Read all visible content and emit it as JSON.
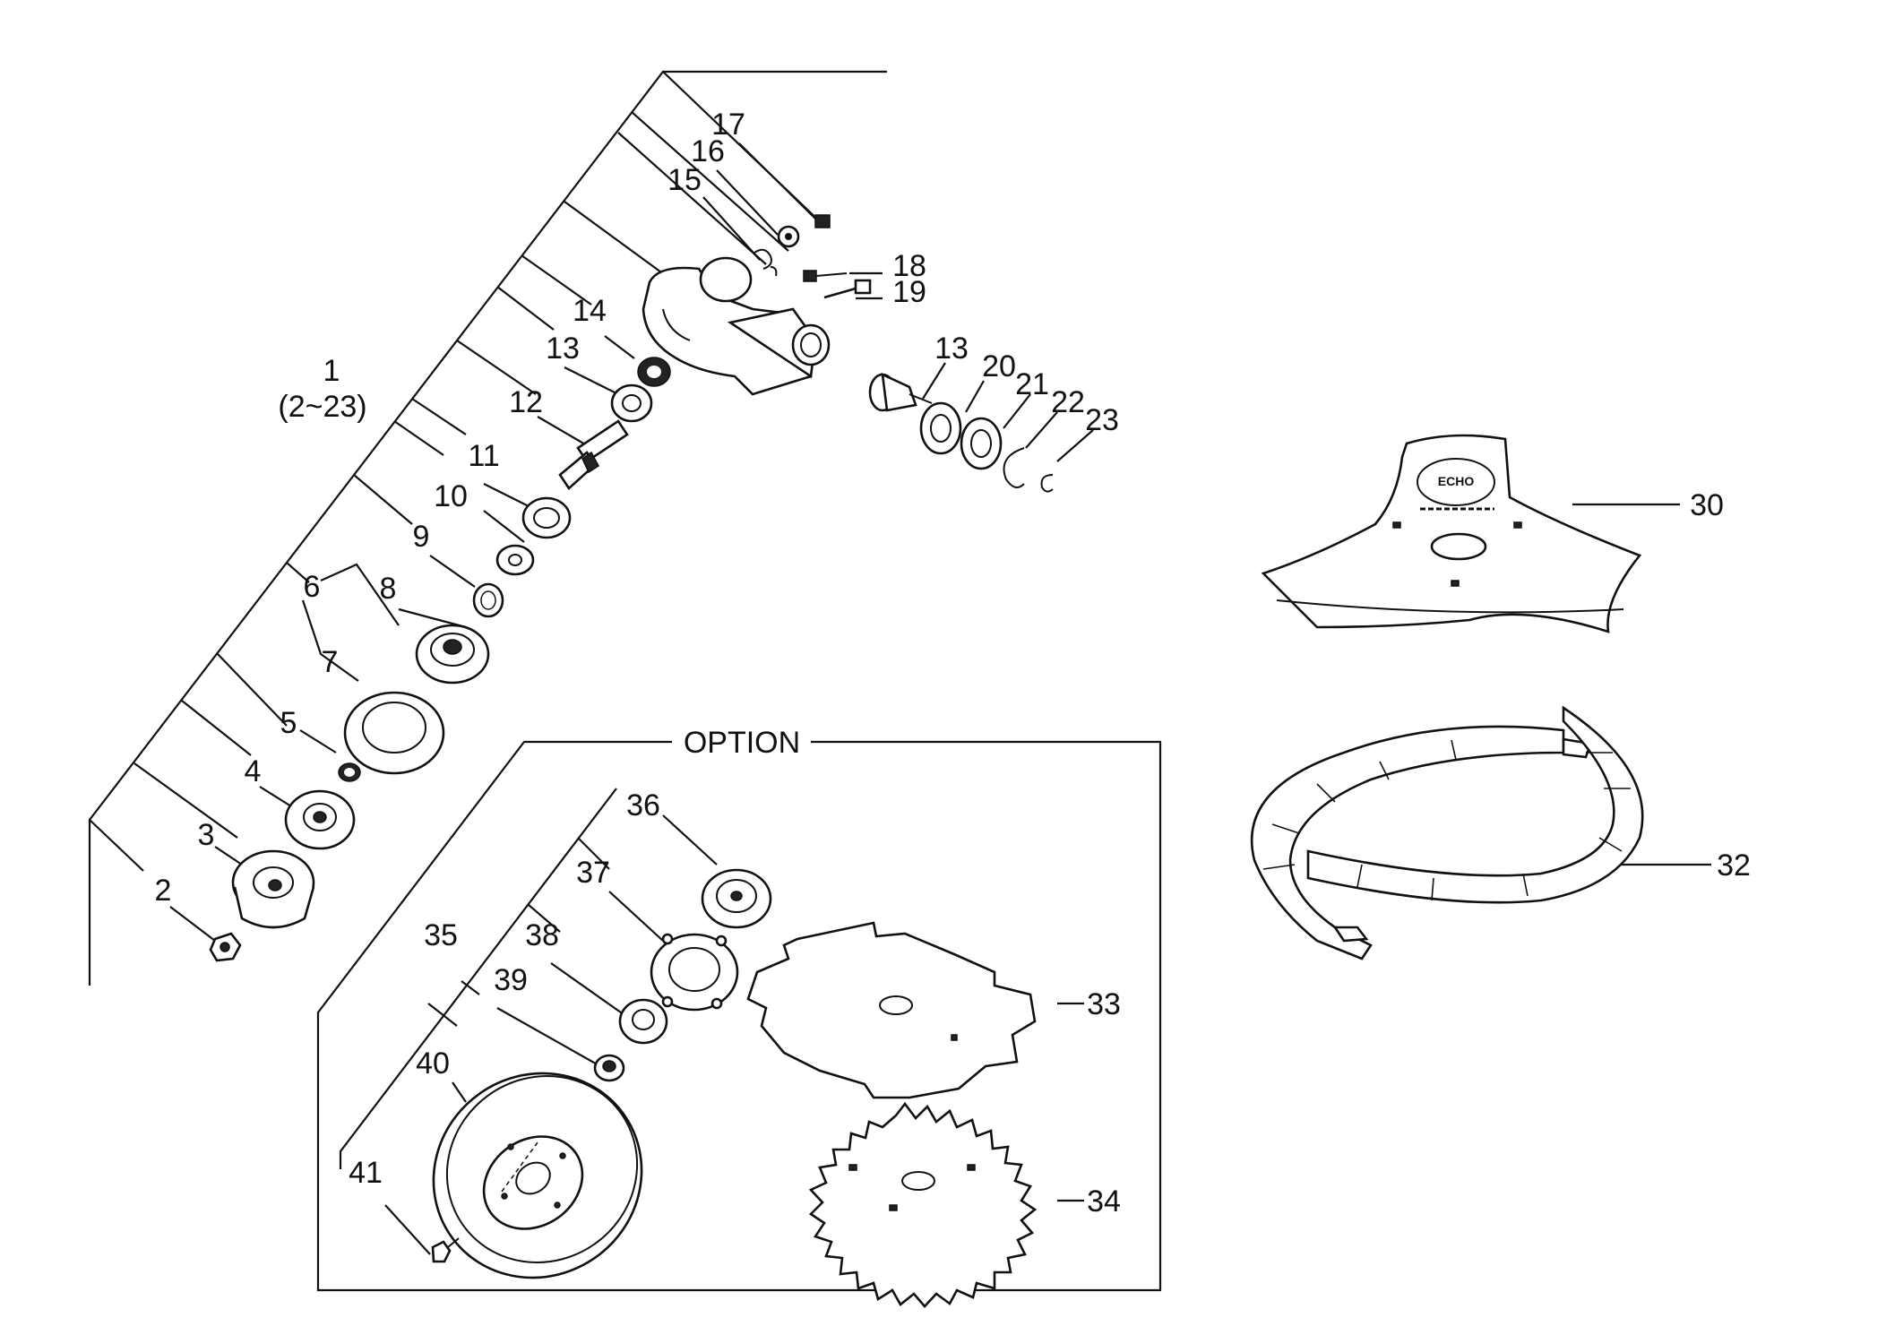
{
  "labels": {
    "l1": "1",
    "l1_range": "(2~23)",
    "l2": "2",
    "l3": "3",
    "l4": "4",
    "l5": "5",
    "l6": "6",
    "l7": "7",
    "l8": "8",
    "l9": "9",
    "l10": "10",
    "l11": "11",
    "l12": "12",
    "l13a": "13",
    "l13b": "13",
    "l14": "14",
    "l15": "15",
    "l16": "16",
    "l17": "17",
    "l18": "18",
    "l19": "19",
    "l20": "20",
    "l21": "21",
    "l22": "22",
    "l23": "23",
    "l30": "30",
    "l32": "32",
    "l33": "33",
    "l34": "34",
    "l35": "35",
    "l36": "36",
    "l37": "37",
    "l38": "38",
    "l39": "39",
    "l40": "40",
    "l41": "41"
  },
  "option_title": "OPTION",
  "blade_brand": "ECHO"
}
